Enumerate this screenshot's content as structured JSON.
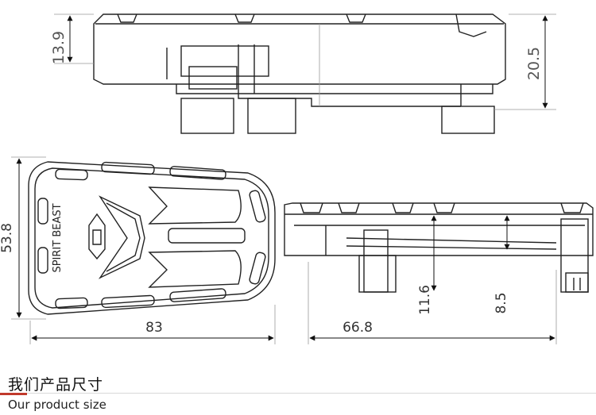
{
  "dimensions": {
    "top_height_left": "13.9",
    "top_height_right": "20.5",
    "front_height": "53.8",
    "front_width": "83",
    "side_width": "66.8",
    "side_height_a": "11.6",
    "side_height_b": "8.5"
  },
  "emblem": {
    "text": "SPIRIT BEAST"
  },
  "caption": {
    "title_cn": "我们产品尺寸",
    "title_en": "Our product size"
  },
  "colors": {
    "line": "#222222",
    "dimension": "#555555",
    "accent": "#c0392b"
  }
}
